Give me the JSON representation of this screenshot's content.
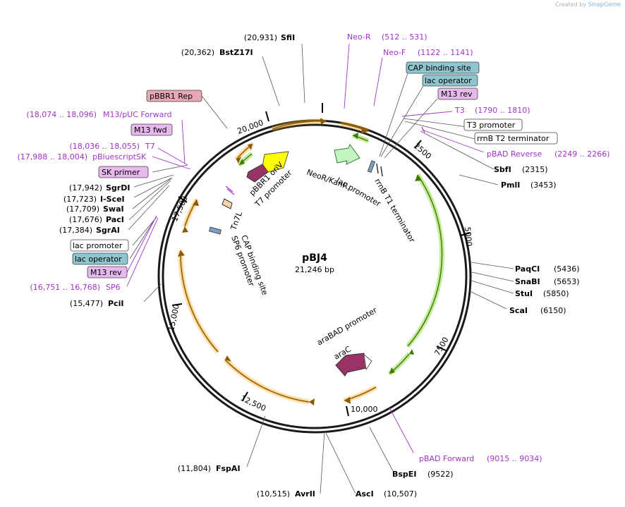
{
  "plasmid": {
    "name": "pBJ4",
    "size_label": "21,246 bp"
  },
  "credit": {
    "prefix": "Created by",
    "brand": "SnapGene"
  },
  "ticks": [
    "2500",
    "5000",
    "7500",
    "10,000",
    "12,500",
    "15,000",
    "17,500",
    "20,000"
  ],
  "enzymes_left": [
    {
      "name": "SfiI",
      "pos": "(20,931)"
    },
    {
      "name": "BstZ17I",
      "pos": "(20,362)"
    },
    {
      "name": "SgrDI",
      "pos": "(17,942)"
    },
    {
      "name": "I-SceI",
      "pos": "(17,723)"
    },
    {
      "name": "SwaI",
      "pos": "(17,709)"
    },
    {
      "name": "PacI",
      "pos": "(17,676)"
    },
    {
      "name": "SgrAI",
      "pos": "(17,384)"
    },
    {
      "name": "PciI",
      "pos": "(15,477)"
    },
    {
      "name": "FspAI",
      "pos": "(11,804)"
    },
    {
      "name": "AvrII",
      "pos": "(10,515)"
    }
  ],
  "enzymes_right": [
    {
      "name": "SbfI",
      "pos": "(2315)"
    },
    {
      "name": "PmlI",
      "pos": "(3453)"
    },
    {
      "name": "PaqCI",
      "pos": "(5436)"
    },
    {
      "name": "SnaBI",
      "pos": "(5653)"
    },
    {
      "name": "StuI",
      "pos": "(5850)"
    },
    {
      "name": "ScaI",
      "pos": "(6150)"
    },
    {
      "name": "BspEI",
      "pos": "(9522)"
    },
    {
      "name": "AscI",
      "pos": "(10,507)"
    }
  ],
  "primers": [
    {
      "name": "Neo-R",
      "range": "(512 .. 531)"
    },
    {
      "name": "Neo-F",
      "range": "(1122 .. 1141)"
    },
    {
      "name": "T3",
      "range": "(1790 .. 1810)"
    },
    {
      "name": "pBAD Reverse",
      "range": "(2249 .. 2266)"
    },
    {
      "name": "M13/pUC Forward",
      "range": "(18,074 .. 18,096)"
    },
    {
      "name": "T7",
      "range": "(18,036 .. 18,055)"
    },
    {
      "name": "pBluescriptSK",
      "range": "(17,988 .. 18,004)"
    },
    {
      "name": "SP6",
      "range": "(16,751 .. 16,768)"
    },
    {
      "name": "pBAD Forward",
      "range": "(9015 .. 9034)"
    }
  ],
  "boxed_labels": [
    {
      "text": "CAP binding site",
      "kind": "teal"
    },
    {
      "text": "lac operator",
      "kind": "teal"
    },
    {
      "text": "M13 rev",
      "kind": "pink"
    },
    {
      "text": "T3 promoter",
      "kind": "white"
    },
    {
      "text": "rrnB T2 terminator",
      "kind": "white"
    },
    {
      "text": "pBBR1 Rep",
      "kind": "rose"
    },
    {
      "text": "M13 fwd",
      "kind": "pink"
    },
    {
      "text": "SK primer",
      "kind": "pink"
    },
    {
      "text": "lac promoter",
      "kind": "white"
    },
    {
      "text": "lac operator",
      "kind": "teal"
    },
    {
      "text": "M13 rev",
      "kind": "pink"
    }
  ],
  "features": {
    "neor": "NeoR/KanR",
    "lac_promoter": "lac promoter",
    "rrnb_t1": "rrnB T1 terminator",
    "pbbr1_oriv": "pBBR1 oriV",
    "t7_promoter": "T7 promoter",
    "tn7l": "Tn7L",
    "cap_site": "CAP binding site",
    "sp6_promoter": "SP6 promoter",
    "arabad": "araBAD promoter",
    "arac": "araC"
  },
  "colors": {
    "backbone": "#1a1a1a",
    "orange": "#f5a623",
    "green": "#7ed321",
    "magenta": "#993366",
    "primer": "#a333cc",
    "teal_box": "#8ec5cf",
    "pink_box": "#e7b8ec",
    "rose_box": "#e6a8b8",
    "yellow": "#ffff00",
    "ltgreen": "#c3f5c3"
  }
}
